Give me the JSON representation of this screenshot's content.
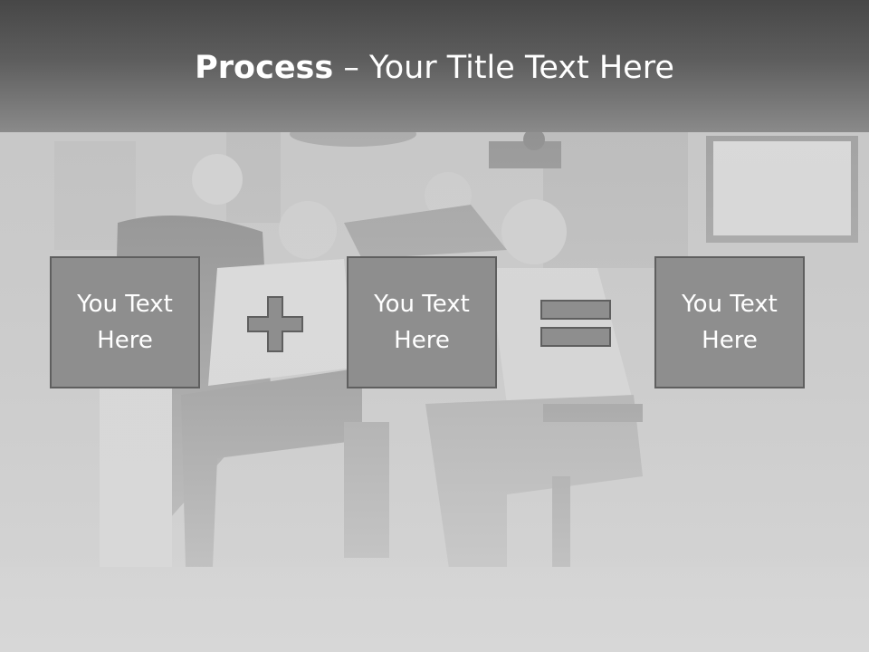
{
  "slide": {
    "title_bold": "Process",
    "title_rest": " – Your Title Text Here"
  },
  "process_boxes": [
    {
      "text": "You Text Here"
    },
    {
      "text": "You Text Here"
    },
    {
      "text": "You Text Here"
    }
  ],
  "operators": [
    "plus-icon",
    "equals-icon"
  ],
  "colors": {
    "header_dark": "#474747",
    "box_fill": "#8e8e8e",
    "box_border": "#5f5f5f",
    "text": "#ffffff"
  }
}
